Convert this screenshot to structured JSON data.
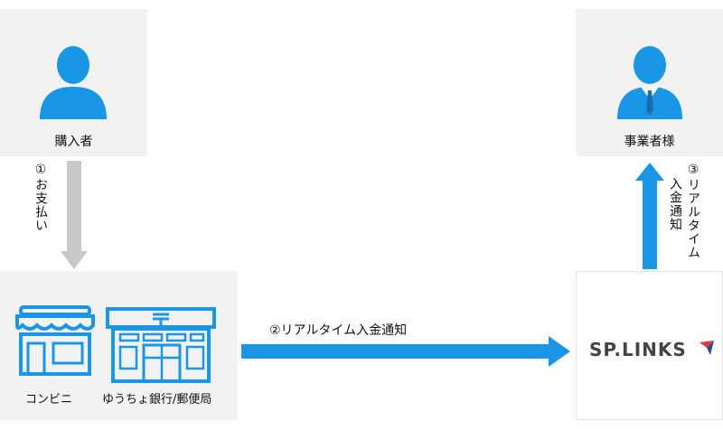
{
  "nodes": {
    "buyer": {
      "label": "購入者"
    },
    "business": {
      "label": "事業者様"
    },
    "payment_points": {
      "convenience_label": "コンビニ",
      "post_label": "ゆうちょ銀行/郵便局"
    },
    "splinks": {
      "logo_text": "SP.LINKS"
    }
  },
  "edges": {
    "pay": {
      "label": "①お支払い"
    },
    "realtime_notify": {
      "label": "②リアルタイム入金通知"
    },
    "deposit_notify": {
      "line1": "③リアルタイム",
      "line2": "入金通知"
    }
  },
  "colors": {
    "accent_blue": "#1a96e6",
    "gray_arrow": "#c8c8c8",
    "box_bg": "#f2f2f2",
    "logo_red": "#e53935",
    "logo_blue": "#1e4fa0"
  }
}
